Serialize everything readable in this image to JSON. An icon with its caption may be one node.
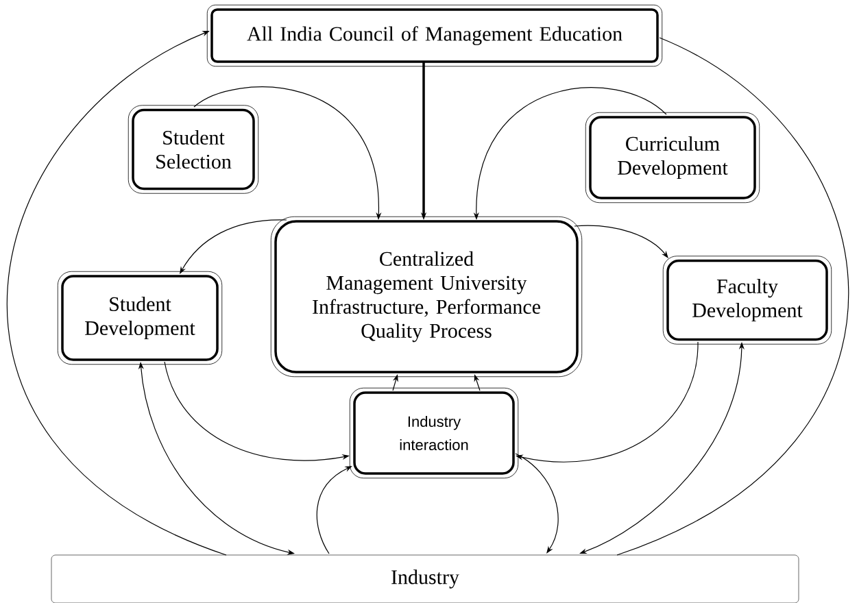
{
  "diagram": {
    "nodes": [
      {
        "text": [
          "All India Council of Management Education"
        ]
      },
      {
        "text": [
          "Student Selection"
        ]
      },
      {
        "text": [
          "Curriculum Development"
        ]
      },
      {
        "text": [
          "Centralized Management University",
          "Infrastructure, Performance Quality Process"
        ]
      },
      {
        "text": [
          "Student Development"
        ]
      },
      {
        "text": [
          "Faculty Development"
        ]
      },
      {
        "text": [
          "Industry interaction"
        ]
      },
      {
        "text": [
          "Industry"
        ]
      }
    ],
    "edges": [
      {
        "from": 0,
        "to": 3,
        "arrow": "to",
        "style": "thick"
      },
      {
        "from": 1,
        "to": 3,
        "arrow": "to"
      },
      {
        "from": 2,
        "to": 3,
        "arrow": "to"
      },
      {
        "from": 3,
        "to": 4,
        "arrow": "to"
      },
      {
        "from": 3,
        "to": 5,
        "arrow": "to"
      },
      {
        "from": 6,
        "to": 3,
        "arrow": "to"
      },
      {
        "from": 6,
        "to": 3,
        "arrow": "to"
      },
      {
        "from": 4,
        "to": 6,
        "arrow": "to"
      },
      {
        "from": 4,
        "to": 7,
        "arrow": "both"
      },
      {
        "from": 7,
        "to": 6,
        "arrow": "to"
      },
      {
        "from": 6,
        "to": 7,
        "arrow": "to"
      },
      {
        "from": 5,
        "to": 6,
        "arrow": "to"
      },
      {
        "from": 5,
        "to": 7,
        "arrow": "both"
      },
      {
        "from": 7,
        "to": 0,
        "arrow": "to"
      },
      {
        "from": 0,
        "to": 7,
        "arrow": "none"
      }
    ]
  }
}
